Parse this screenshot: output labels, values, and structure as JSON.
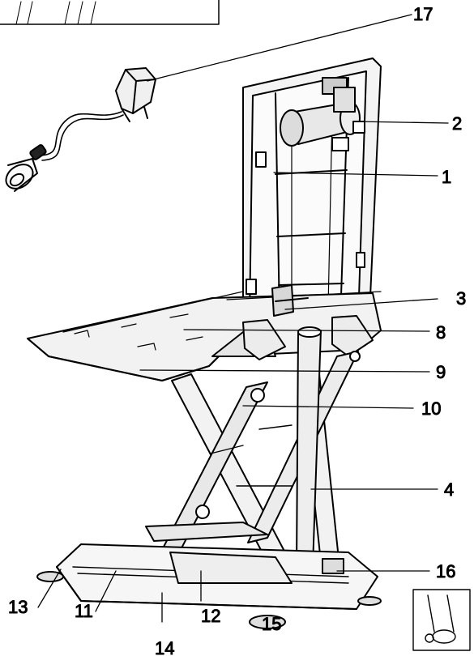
{
  "diagram": {
    "colors": {
      "line": "#000000",
      "fill_light": "#f4f4f4",
      "fill_mid": "#e4e4e4",
      "fill_dark": "#cfcfcf"
    },
    "callouts": [
      {
        "id": "17",
        "label": "17"
      },
      {
        "id": "2",
        "label": "2"
      },
      {
        "id": "1",
        "label": "1"
      },
      {
        "id": "3",
        "label": "3"
      },
      {
        "id": "8",
        "label": "8"
      },
      {
        "id": "9",
        "label": "9"
      },
      {
        "id": "10",
        "label": "10"
      },
      {
        "id": "4",
        "label": "4"
      },
      {
        "id": "16",
        "label": "16"
      },
      {
        "id": "13",
        "label": "13"
      },
      {
        "id": "11",
        "label": "11"
      },
      {
        "id": "14",
        "label": "14"
      },
      {
        "id": "12",
        "label": "12"
      },
      {
        "id": "15",
        "label": "15"
      }
    ]
  }
}
